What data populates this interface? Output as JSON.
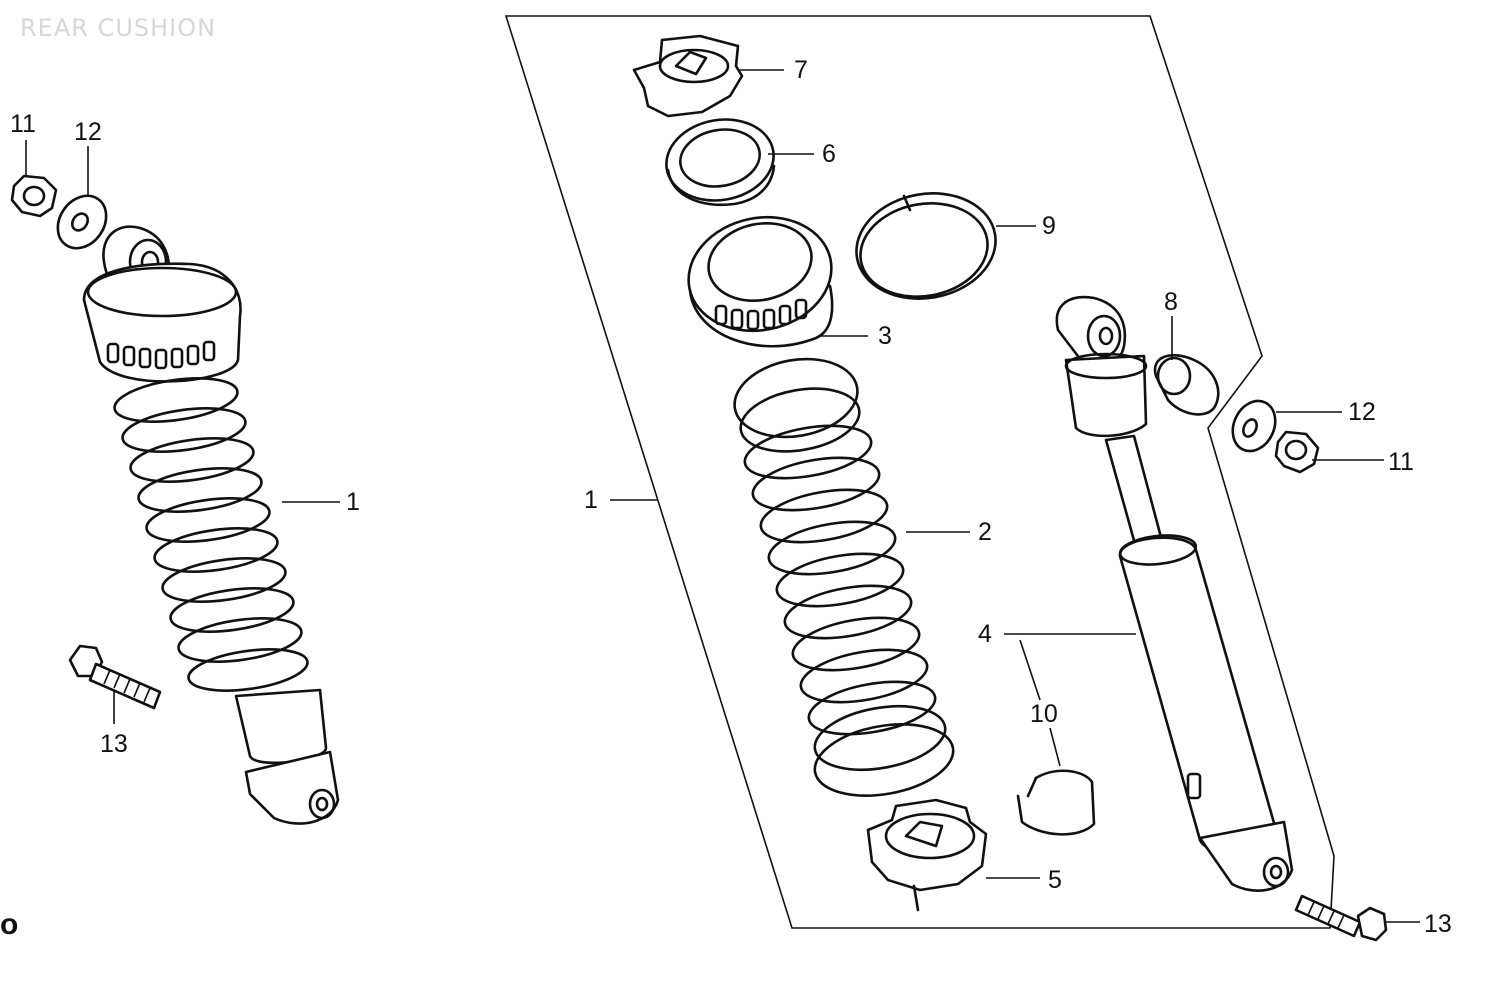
{
  "page_title": "REAR CUSHION",
  "callouts": {
    "left_nut": "11",
    "left_washer": "12",
    "left_shock_assembly": "1",
    "left_bolt": "13",
    "frame_assembly": "1",
    "spring": "2",
    "spring_seat_upper": "3",
    "damper": "4",
    "spring_adjuster": "5",
    "spring_seat_stopper": "6",
    "spring_seat_lock": "7",
    "bushing": "8",
    "rubber_band": "9",
    "damper_retainer": "10",
    "right_washer": "12",
    "right_nut": "11",
    "right_bolt": "13"
  },
  "corner_mark": "o"
}
